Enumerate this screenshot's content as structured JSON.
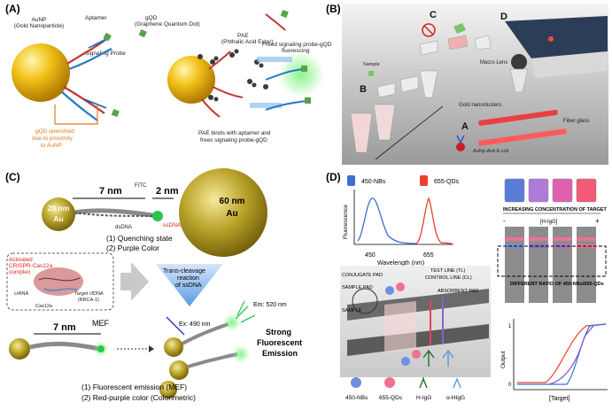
{
  "panelA": {
    "label": "(A)",
    "aunp": "AuNP",
    "aunp_full": "(Gold Nanoparticle)",
    "aptamer": "Aptamer",
    "gqd": "gQD",
    "gqd_full": "(Graphene Quantum Dot)",
    "signaling_probe": "Signaling Probe",
    "quenched_1": "gQD quenched",
    "quenched_2": "due to proximity",
    "quenched_3": "to AuNP",
    "pae": "PAE",
    "pae_full": "(Phthalic Acid Ester)",
    "freed_1": "Freed signaling probe-gQD",
    "freed_2": "fluorescing",
    "binds_1": "PAE binds with aptamer and",
    "binds_2": "frees signaling probe-gQD"
  },
  "panelB": {
    "label": "(B)",
    "letter_b": "B",
    "letter_c": "C",
    "letter_d": "D",
    "letter_a": "A",
    "sample": "Sample",
    "macro_lens": "Macro Lens",
    "gold_nanoclusters": "Gold nanoclusters",
    "fiber_glass": "Fiber glass",
    "aunp_anti_ecoli": "AuNp-Anti E.coli"
  },
  "panelC": {
    "label": "(C)",
    "dim_7nm": "7 nm",
    "dim_2nm": "2 nm",
    "fitc": "FITC",
    "np20": "20 nm",
    "np20_au": "Au",
    "np60": "60 nm",
    "np60_au": "Au",
    "dsdna": "dsDNA",
    "ssdna": "ssDNA",
    "state_1": "(1) Quenching state",
    "state_2": "(2) Purple Color",
    "crispr_1": "Activated",
    "crispr_2": "CRISPR-Cas12a",
    "crispr_3": "complex",
    "crrna": "crRNA",
    "cas12a": "Cas12a",
    "target_1": "Target cfDNA",
    "target_2": "(BRCA-1)",
    "trans_1": "Trans-cleavage",
    "trans_2": "reaction",
    "trans_3": "of ssDNA",
    "mef_dim": "7 nm",
    "mef": "MEF",
    "ex": "Ex: 490 nm",
    "em": "Em: 520 nm",
    "strong_1": "Strong",
    "strong_2": "Fluorescent",
    "strong_3": "Emission",
    "result_1": "(1) Fluorescent emission (MEF)",
    "result_2": "(2) Red-purple color (Colorimetric)"
  },
  "panelD": {
    "label": "(D)",
    "legend_blue": "450-NBs",
    "legend_red": "655-QDs",
    "ylabel": "Fluorescence",
    "xlabel": "Wavelength (nm)",
    "tick_450": "450",
    "tick_655": "655",
    "conjugate_pad": "CONJUGATE PAD",
    "sample_pad": "SAMPLE PAD",
    "test_line": "TEST LINE (TL)",
    "control_line": "CONTROL LINE (CL)",
    "absorbent_pad": "ABSORBENT PAD",
    "sample": "SAMPLE",
    "bottom_blue": "450-NBs",
    "bottom_red": "655-QDs",
    "bottom_higg": "H-IgG",
    "bottom_ahigg": "α-HIgG",
    "increasing": "INCREASING CONCENTRATION OF TARGET",
    "minus": "-",
    "higg": "[H-IgG]",
    "plus": "+",
    "ratio": "DIFFERENT RATIO OF 450-NBs/655-QDs",
    "output": "Output",
    "target": "[Target]",
    "y1": "1",
    "y0": "0",
    "vial_colors": [
      "#5a7bd8",
      "#b07ad8",
      "#e060b0",
      "#f25a78"
    ]
  },
  "chart_data": [
    {
      "type": "line",
      "xlabel": "Wavelength (nm)",
      "ylabel": "Fluorescence",
      "x_ticks": [
        450,
        655
      ],
      "series": [
        {
          "name": "450-NBs",
          "color": "#3a6fd8",
          "peak": 450
        },
        {
          "name": "655-QDs",
          "color": "#e8402a",
          "peak": 655
        }
      ]
    },
    {
      "type": "line",
      "xlabel": "[Target]",
      "ylabel": "Output",
      "y_ticks": [
        0,
        1
      ],
      "series": [
        {
          "color": "#e8402a"
        },
        {
          "color": "#3a6fd8"
        },
        {
          "color": "#8a4fc0"
        }
      ]
    }
  ]
}
